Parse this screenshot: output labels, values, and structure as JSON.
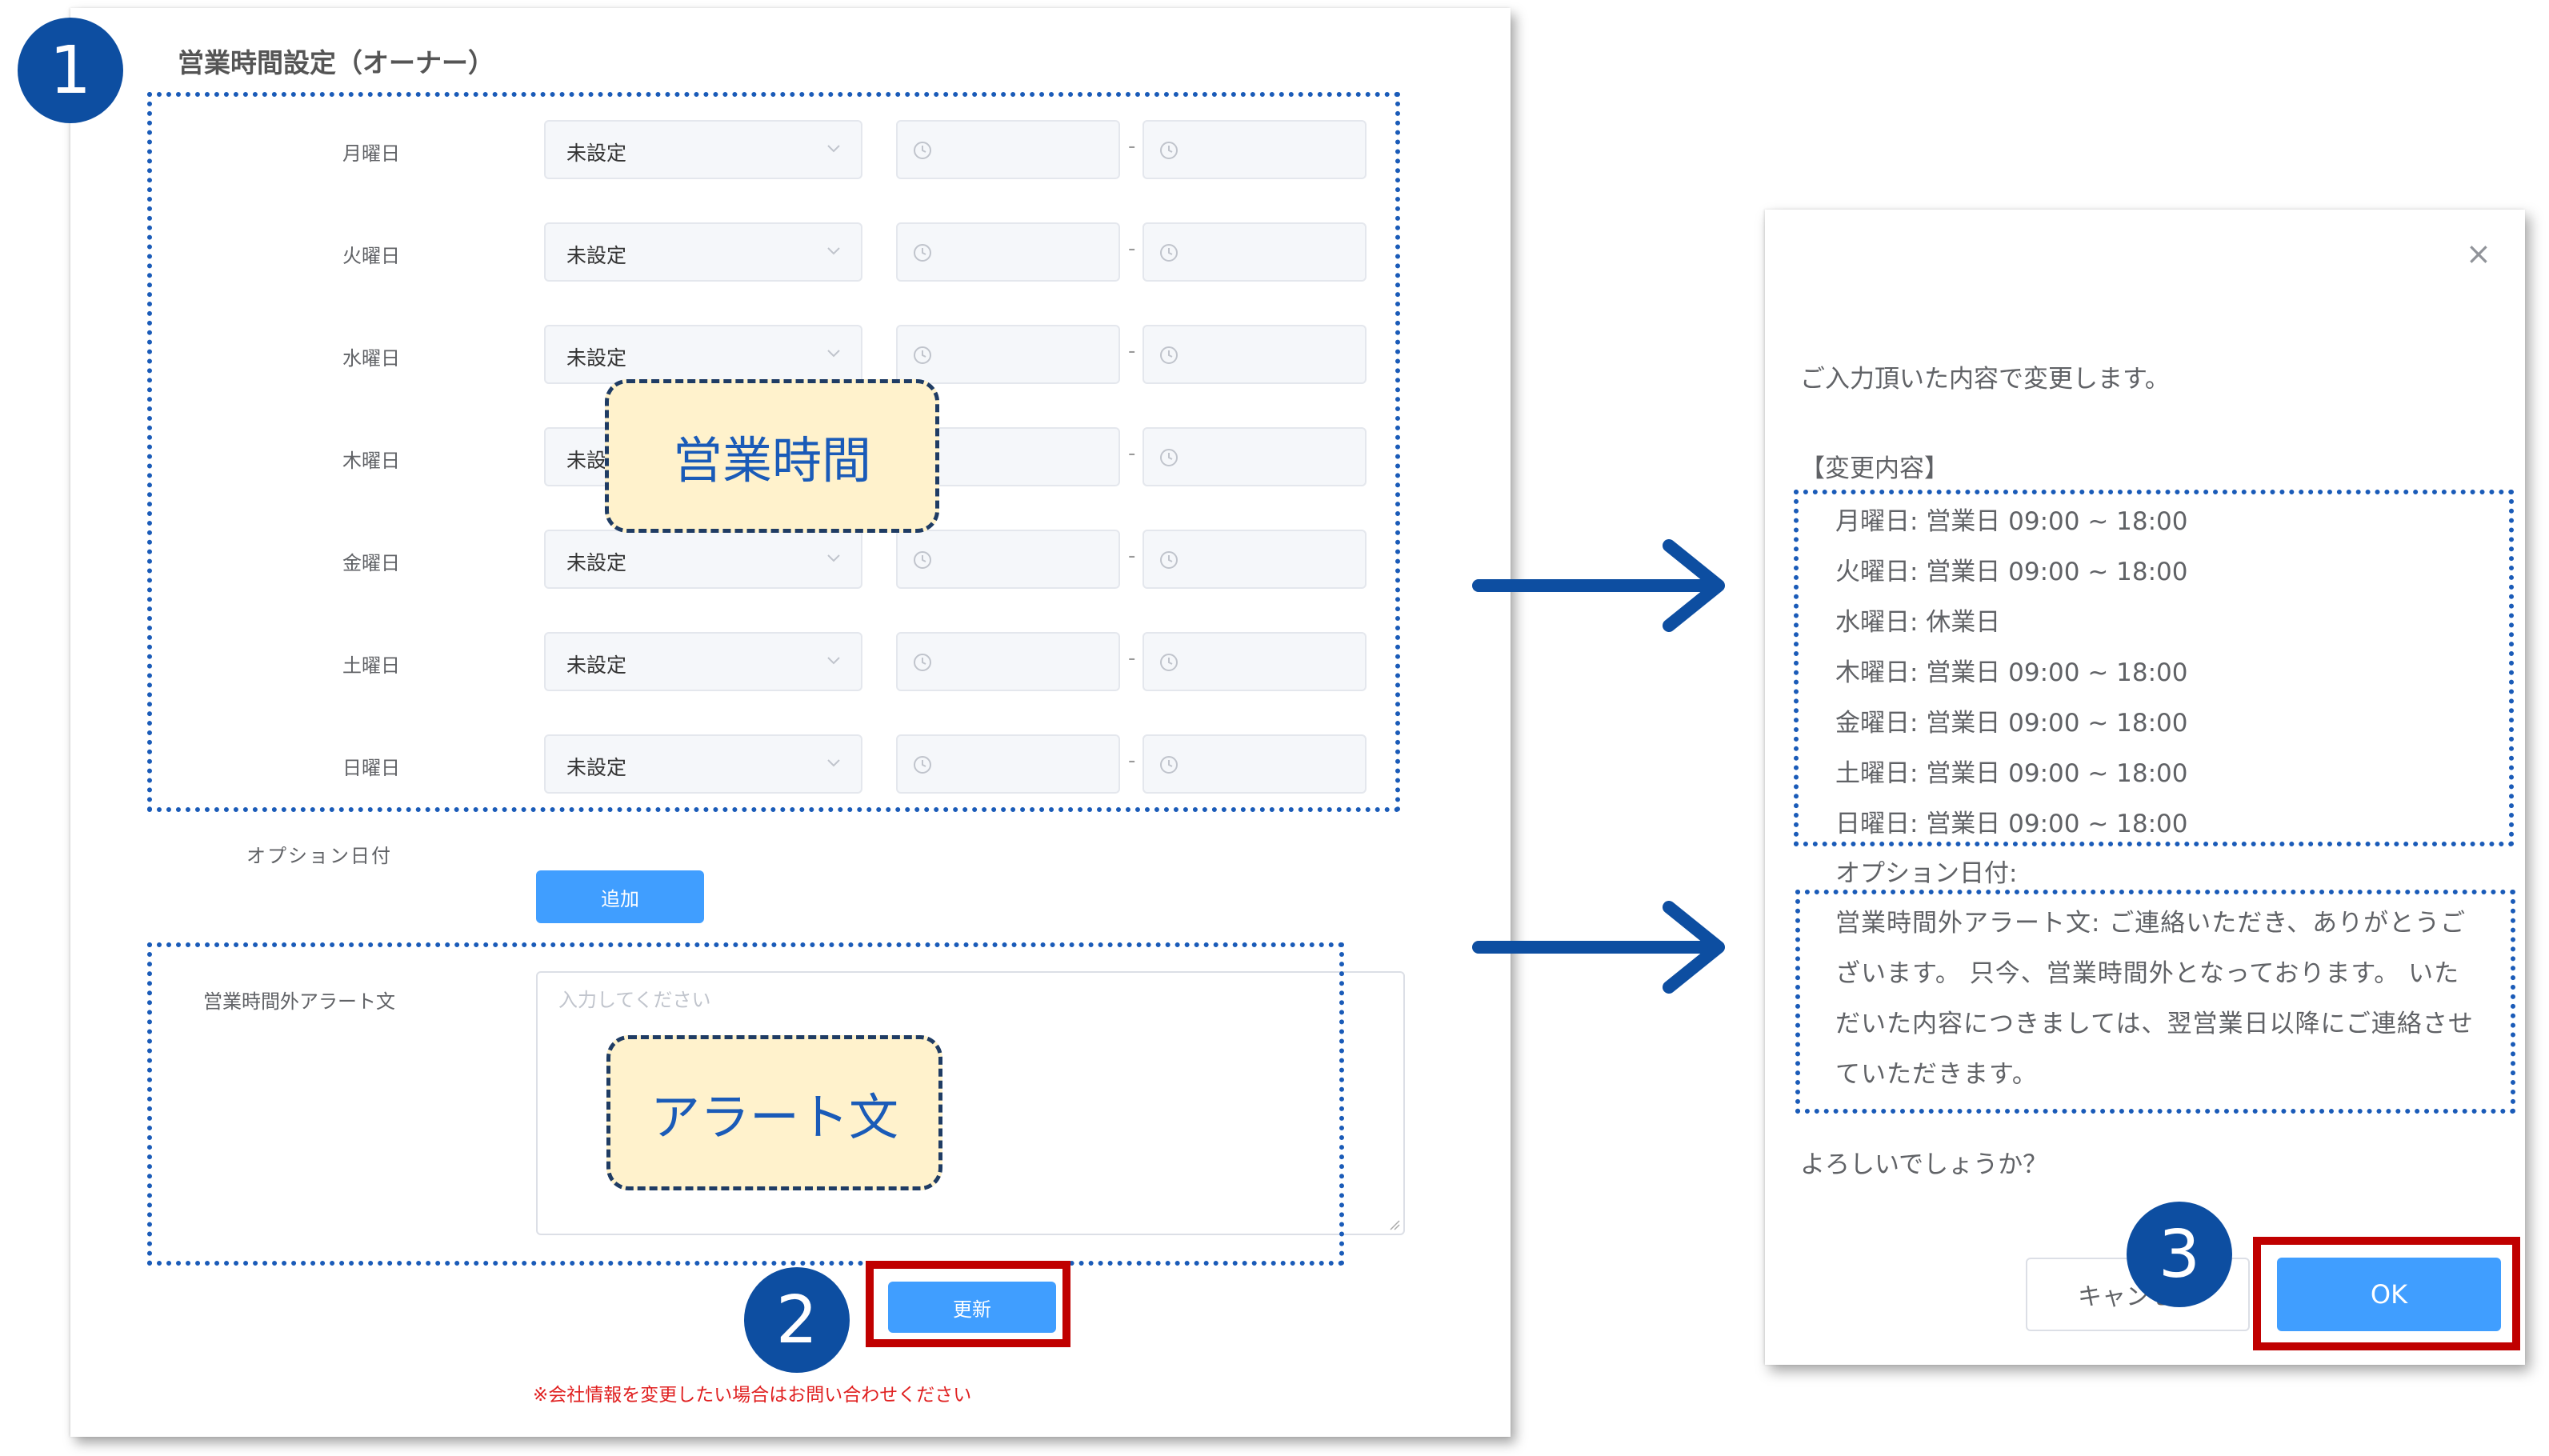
{
  "settings": {
    "title": "営業時間設定（オーナー）",
    "days": [
      {
        "label": "月曜日",
        "value": "未設定"
      },
      {
        "label": "火曜日",
        "value": "未設定"
      },
      {
        "label": "水曜日",
        "value": "未設定"
      },
      {
        "label": "木曜日",
        "value": "未設定"
      },
      {
        "label": "金曜日",
        "value": "未設定"
      },
      {
        "label": "土曜日",
        "value": "未設定"
      },
      {
        "label": "日曜日",
        "value": "未設定"
      }
    ],
    "time_separator": "-",
    "option_date_label": "オプション日付",
    "add_button": "追加",
    "alert_label": "営業時間外アラート文",
    "alert_placeholder": "入力してください",
    "update_button": "更新",
    "notice": "※会社情報を変更したい場合はお問い合わせください"
  },
  "callouts": {
    "hours": "営業時間",
    "alert": "アラート文"
  },
  "steps": [
    "1",
    "2",
    "3"
  ],
  "dialog": {
    "close_symbol": "×",
    "intro": "ご入力頂いた内容で変更します。",
    "changes_heading": "【変更内容】",
    "changes": [
      "月曜日: 営業日 09:00 ~ 18:00",
      "火曜日: 営業日 09:00 ~ 18:00",
      "水曜日: 休業日",
      "木曜日: 営業日 09:00 ~ 18:00",
      "金曜日: 営業日 09:00 ~ 18:00",
      "土曜日: 営業日 09:00 ~ 18:00",
      "日曜日: 営業日 09:00 ~ 18:00"
    ],
    "option_date": "オプション日付:",
    "alert_lines": [
      "営業時間外アラート文: ご連絡いただき、ありがとうご",
      "ざいます。 只今、営業時間外となっております。 いた",
      "だいた内容につきましては、翌営業日以降にご連絡させ",
      "ていただきます。"
    ],
    "confirm": "よろしいでしょうか？",
    "cancel_button": "キャンセル",
    "ok_button": "OK"
  },
  "colors": {
    "accent_blue": "#1a5bb8",
    "step_circle": "#0d4ea1",
    "highlight_red": "#c00000",
    "button_blue": "#409eff",
    "callout_fill": "#fff2cc",
    "notice_red": "#e02020"
  }
}
